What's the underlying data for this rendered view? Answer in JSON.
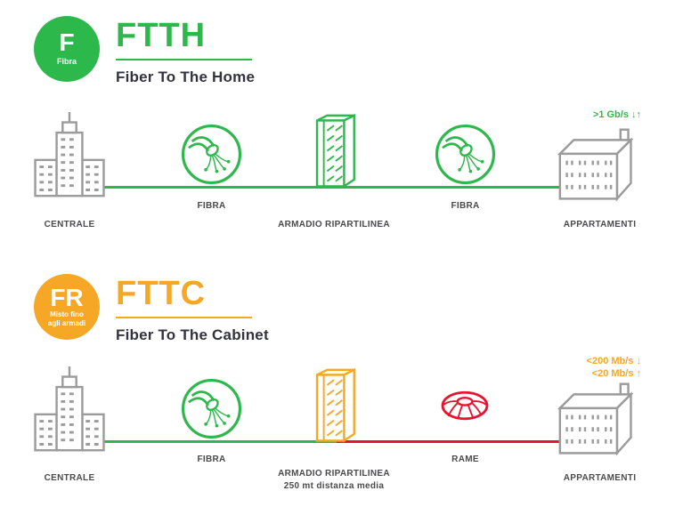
{
  "colors": {
    "green": "#2db84c",
    "orange": "#f6a725",
    "red": "#e8132f",
    "gray": "#9b9b9b",
    "dark": "#33333f",
    "label": "#4b4b4d"
  },
  "ftth": {
    "badge_letter": "F",
    "badge_sub": "Fibra",
    "title": "FTTH",
    "subtitle": "Fiber To The Home",
    "speed": ">1 Gb/s ↓↑",
    "labels": {
      "centrale": "CENTRALE",
      "fibra1": "FIBRA",
      "armadio": "ARMADIO RIPARTILINEA",
      "fibra2": "FIBRA",
      "appartamenti": "APPARTAMENTI"
    }
  },
  "fttc": {
    "badge_letter": "FR",
    "badge_sub_line1": "Misto fino",
    "badge_sub_line2": "agli armadi",
    "title": "FTTC",
    "subtitle": "Fiber To The Cabinet",
    "speed_down": "<200 Mb/s ↓",
    "speed_up": "<20 Mb/s ↑",
    "labels": {
      "centrale": "CENTRALE",
      "fibra": "FIBRA",
      "armadio": "ARMADIO RIPARTILINEA",
      "armadio_sub": "250 mt distanza media",
      "rame": "RAME",
      "appartamenti": "APPARTAMENTI"
    }
  }
}
